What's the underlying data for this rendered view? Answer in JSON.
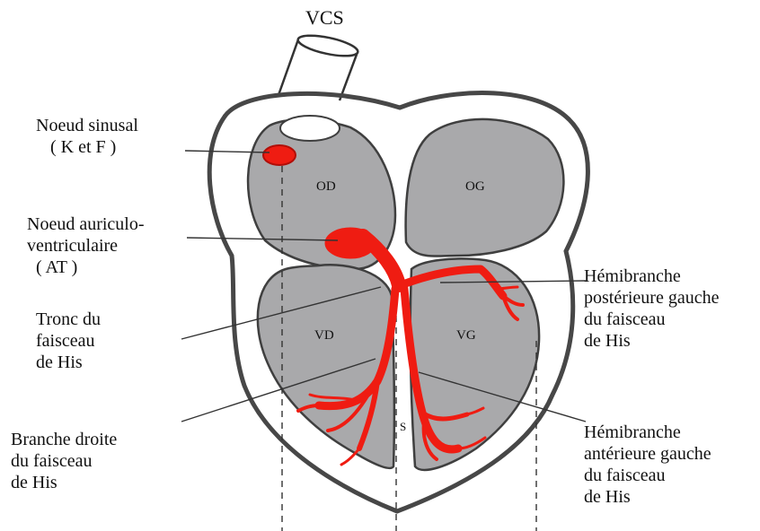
{
  "top_label": "VCS",
  "chambers": {
    "od": "OD",
    "og": "OG",
    "vd": "VD",
    "vg": "VG",
    "septum": "S"
  },
  "labels": {
    "noeud_sinusal": [
      "Noeud sinusal",
      "( K et F )"
    ],
    "noeud_av": [
      "Noeud auriculo-",
      "ventriculaire",
      "( AT )"
    ],
    "tronc": [
      "Tronc du",
      "faisceau",
      "de His"
    ],
    "branche_droite": [
      "Branche droite",
      "du faisceau",
      "de His"
    ],
    "hemi_posterieure": [
      "Hémibranche",
      "postérieure gauche",
      "du faisceau",
      "de His"
    ],
    "hemi_anterieure": [
      "Hémibranche",
      "antérieure gauche",
      "du faisceau",
      "de His"
    ]
  },
  "colors": {
    "conduction": "#ef1c12",
    "chamber_fill": "#a9a9ab",
    "outline": "#4a4a4a",
    "text": "#111111"
  }
}
